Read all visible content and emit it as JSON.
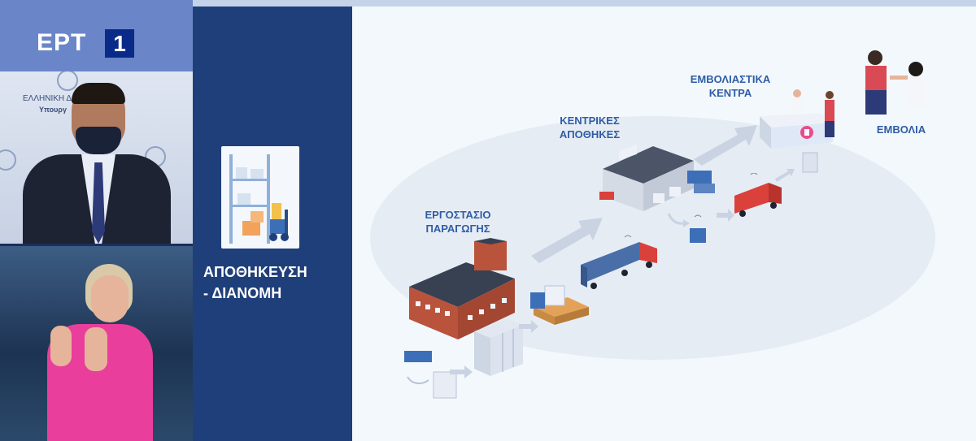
{
  "channel": {
    "name": "ΕΡΤ",
    "number": "1"
  },
  "speaker": {
    "org_line": "ΕΛΛΗΝΙΚΗ Δ",
    "dept_line": "Υπουργ"
  },
  "section": {
    "title_line1": "ΑΠΟΘΗΚΕΥΣΗ",
    "title_line2": "- ΔΙΑΝΟΜΗ"
  },
  "diagram": {
    "factory_line1": "ΕΡΓΟΣΤΑΣΙΟ",
    "factory_line2": "ΠΑΡΑΓΩΓΗΣ",
    "warehouses_line1": "ΚΕΝΤΡΙΚΕΣ",
    "warehouses_line2": "ΑΠΟΘΗΚΕΣ",
    "centers_line1": "ΕΜΒΟΛΙΑΣΤΙΚΑ",
    "centers_line2": "ΚΕΝΤΡΑ",
    "vaccination": "ΕΜΒΟΛΙΑ"
  },
  "colors": {
    "label_blue": "#2f5da6",
    "panel_navy": "#1f3f7a",
    "logo_bar": "#6a86c8",
    "interpreter_pink": "#e93e9c"
  }
}
